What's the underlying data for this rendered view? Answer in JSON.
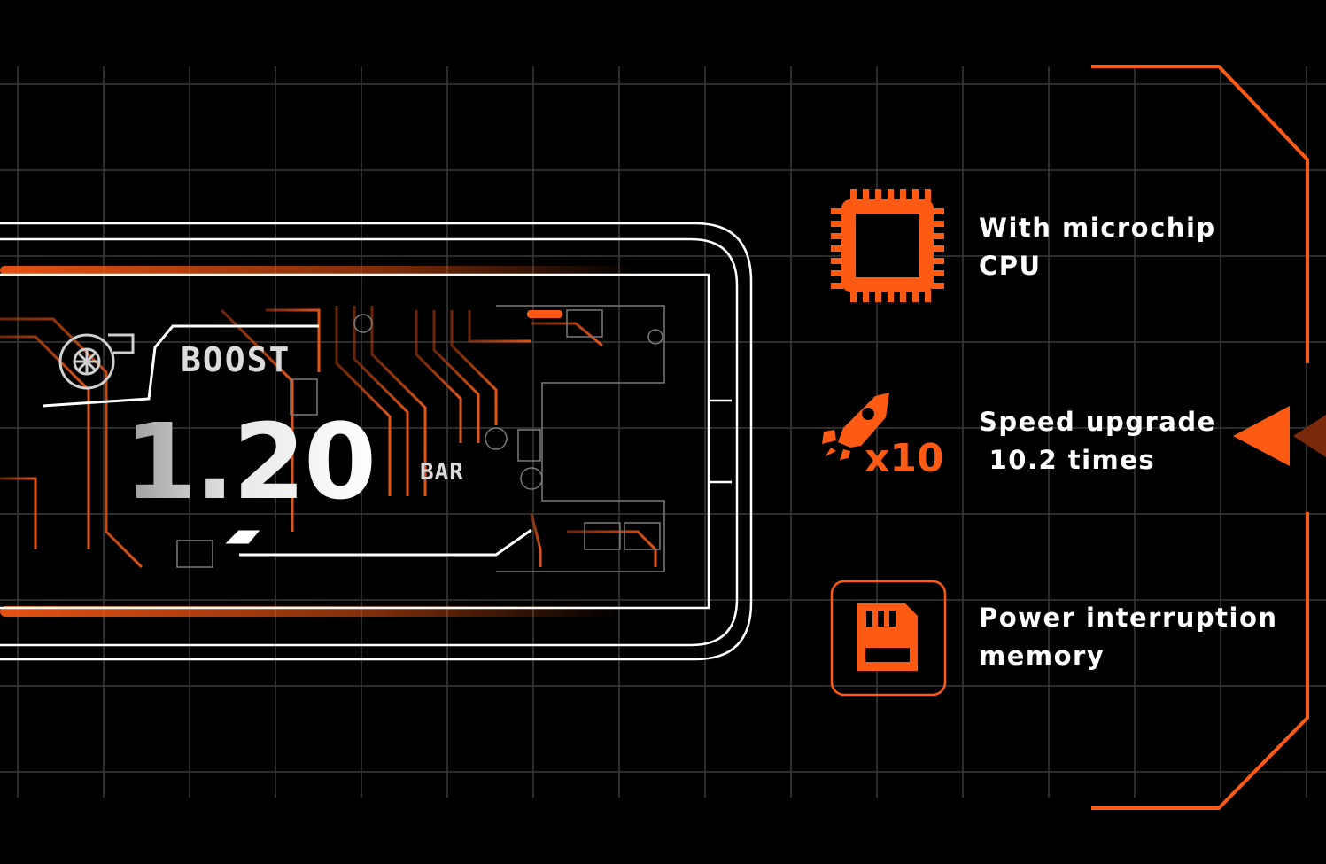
{
  "colors": {
    "background": "#000000",
    "accent": "#ff5a14",
    "grid": "#3a3a3a",
    "text": "#ffffff"
  },
  "gauge": {
    "label": "BOOST",
    "value": "1.20",
    "unit": "BAR",
    "icon": "turbo-icon"
  },
  "features": [
    {
      "icon": "microchip-icon",
      "line1": "With microchip",
      "line2": "CPU"
    },
    {
      "icon": "rocket-icon",
      "badge": "x10",
      "line1": "Speed upgrade",
      "line2": " 10.2 times"
    },
    {
      "icon": "sd-card-icon",
      "line1": "Power interruption",
      "line2": "memory"
    }
  ]
}
